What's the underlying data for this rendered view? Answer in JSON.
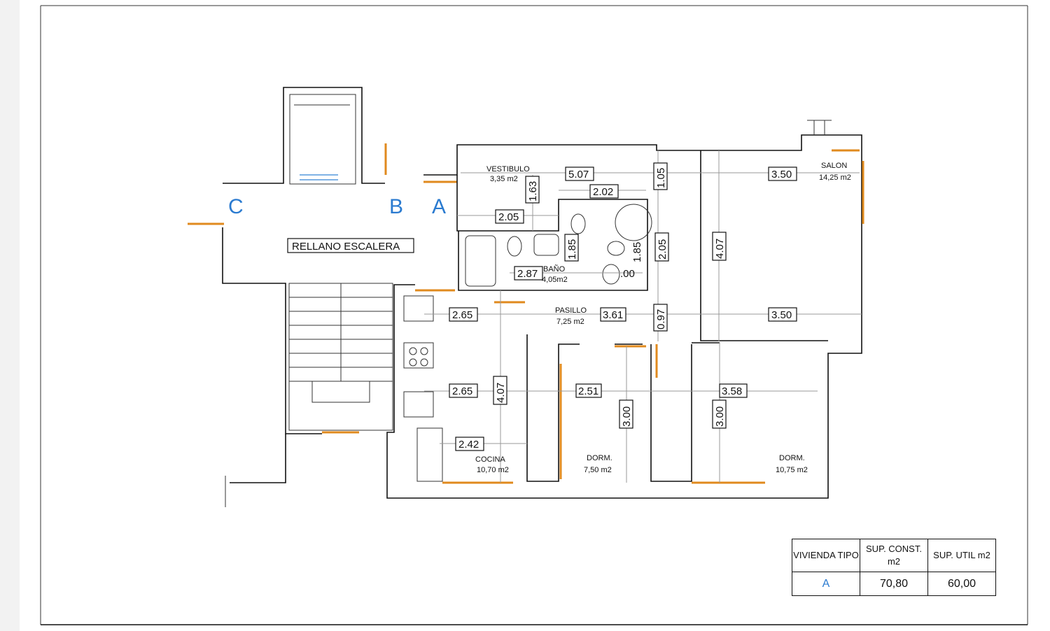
{
  "rooms": {
    "vestibulo": {
      "name": "VESTIBULO",
      "area": "3,35 m2"
    },
    "salon": {
      "name": "SALON",
      "area": "14,25 m2"
    },
    "bano": {
      "name": "BAÑO",
      "area": "4,05m2"
    },
    "pasillo": {
      "name": "PASILLO",
      "area": "7,25 m2"
    },
    "cocina": {
      "name": "COCINA",
      "area": "10,70 m2"
    },
    "dorm1": {
      "name": "DORM.",
      "area": "7,50 m2"
    },
    "dorm2": {
      "name": "DORM.",
      "area": "10,75 m2"
    },
    "rellano": {
      "name": "RELLANO ESCALERA"
    }
  },
  "doors": {
    "c": "C",
    "b": "B",
    "a": "A"
  },
  "dimensions": {
    "d1": "5.07",
    "d2": "3.50",
    "d3": "2.02",
    "d4": "2.05",
    "d5": "1.63",
    "d6": "1.05",
    "d7": "1.85",
    "d8": "1.85",
    "d9": "2.05",
    "d10": "2.87",
    "d11": ".00",
    "d12": "4.07",
    "d13": "2.65",
    "d14": "3.61",
    "d15": "0.97",
    "d16": "3.50",
    "d17": "2.65",
    "d18": "4.07",
    "d19": "2.51",
    "d20": "3.58",
    "d21": "3.00",
    "d22": "3.00",
    "d23": "2.42"
  },
  "summary": {
    "col1": "VIVIENDA TIPO",
    "col2": "SUP. CONST. m2",
    "col3": "SUP. UTIL m2",
    "tipo": "A",
    "construida": "70,80",
    "util": "60,00"
  },
  "colors": {
    "door": "#e08a1e",
    "letters": "#2b7bd0",
    "walls": "#111111"
  }
}
